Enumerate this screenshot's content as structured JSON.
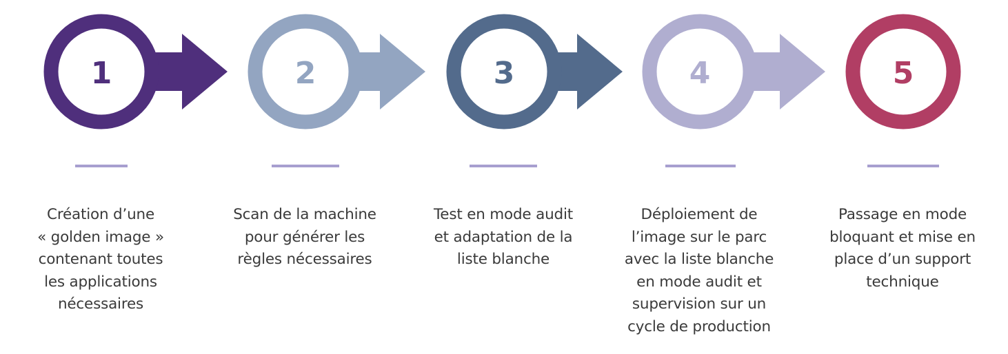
{
  "steps": [
    {
      "number": "1",
      "color": "#4f2f7c",
      "divider_color": "#a79fcf",
      "description": "Création d’une\n« golden image »\ncontenant toutes\nles applications\nnécessaires"
    },
    {
      "number": "2",
      "color": "#93a5c1",
      "divider_color": "#a79fcf",
      "description": "Scan de la machine\npour générer les\nrègles nécessaires"
    },
    {
      "number": "3",
      "color": "#536b8c",
      "divider_color": "#a79fcf",
      "description": "Test en mode audit\net adaptation de la\nliste blanche"
    },
    {
      "number": "4",
      "color": "#b0aed0",
      "divider_color": "#a79fcf",
      "description": "Déploiement de\nl’image sur le parc\navec la liste blanche\nen mode audit et\nsupervision sur un\ncycle de production"
    },
    {
      "number": "5",
      "color": "#b13e64",
      "divider_color": "#a79fcf",
      "description": "Passage en mode\nbloquant et mise en\nplace d’un support\ntechnique"
    }
  ]
}
